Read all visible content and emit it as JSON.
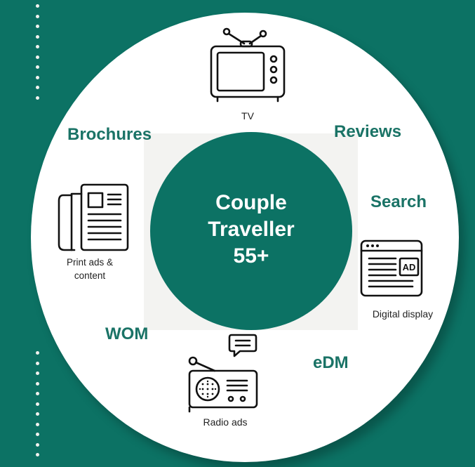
{
  "colors": {
    "background": "#0c7264",
    "circle": "#ffffff",
    "channel_text": "#1a7366"
  },
  "center": {
    "title": "Couple\nTraveller\n55+"
  },
  "channels": {
    "brochures": "Brochures",
    "reviews": "Reviews",
    "search": "Search",
    "wom": "WOM",
    "edm": "eDM"
  },
  "media": {
    "tv": {
      "label": "TV",
      "icon": "tv-icon"
    },
    "print": {
      "label": "Print ads &\ncontent",
      "icon": "newspaper-icon"
    },
    "digital": {
      "label": "Digital display",
      "icon": "ad-display-icon"
    },
    "radio": {
      "label": "Radio ads",
      "icon": "radio-icon"
    }
  }
}
